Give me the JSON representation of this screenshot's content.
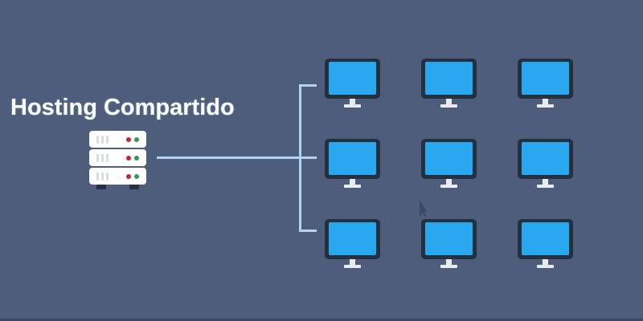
{
  "title": "Hosting Compartido",
  "diagram": {
    "type": "shared-hosting-topology",
    "server": {
      "label": "shared-hosting-server",
      "unit_count": 3,
      "slits_per_unit": 3,
      "leds_per_unit": [
        "red",
        "green"
      ]
    },
    "clients": {
      "count": 9,
      "rows": 3,
      "cols": 3
    },
    "connections": {
      "from": "server",
      "to": "client-monitor-rows",
      "branch_count": 3
    }
  },
  "icons": {
    "server": "server-rack-icon",
    "client": "monitor-icon",
    "cursor": "mouse-cursor"
  },
  "colors": {
    "background": "#4e5d7b",
    "title_text": "#ffffff",
    "connector": "#aed4f2",
    "monitor_bezel": "#223040",
    "monitor_screen": "#29a8f0",
    "monitor_stand": "#e9ecef",
    "server_body": "#ffffff",
    "server_slit": "#d9dde2",
    "led_red": "#c1272d",
    "led_green": "#2e9e4e",
    "server_feet": "#233140"
  }
}
